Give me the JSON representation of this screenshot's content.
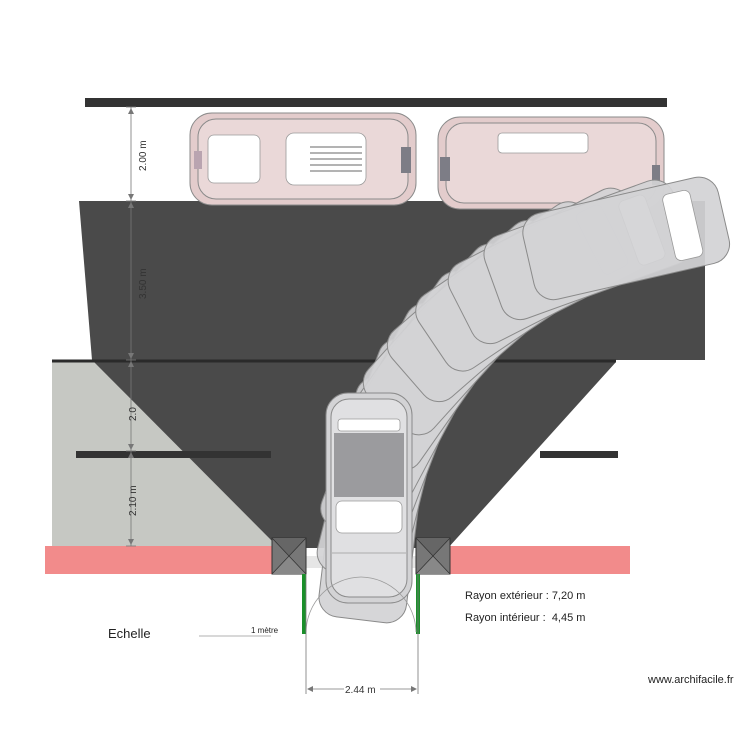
{
  "dimensions": {
    "d1": "2.00 m",
    "d2": "3.50 m",
    "d3": "2.0",
    "d4": "2.10 m",
    "width": "2.44 m"
  },
  "radius": {
    "outer": "Rayon extérieur : 7,20 m",
    "inner": "Rayon intérieur :  4,45 m"
  },
  "scale": {
    "label": "Echelle",
    "unit": "1 mètre"
  },
  "watermark": "www.archifacile.fr",
  "colors": {
    "road": "#4a4a4a",
    "band": "#333333",
    "sidewalk": "#f28b8b",
    "lawn": "#c6c8c3",
    "pillar": "#777777",
    "gate": "#1a8f2a",
    "parked_car": "#e3cccc",
    "moving_car": "#d3d3d5"
  }
}
